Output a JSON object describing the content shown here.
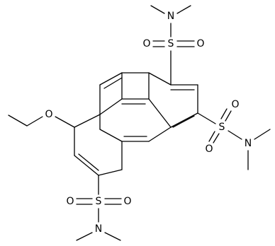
{
  "molecule": {
    "atom_labels": {
      "s_top": "S",
      "o_top_left": "O",
      "o_top_right": "O",
      "n_top": "N",
      "s_right": "S",
      "o_right_upper": "O",
      "o_right_lower": "O",
      "n_right": "N",
      "o_ether": "O",
      "s_bottom": "S",
      "o_bottom_left": "O",
      "o_bottom_right": "O",
      "n_bottom": "N"
    },
    "colors": {
      "bond": "#000000",
      "label": "#000000",
      "background": "#ffffff"
    }
  }
}
